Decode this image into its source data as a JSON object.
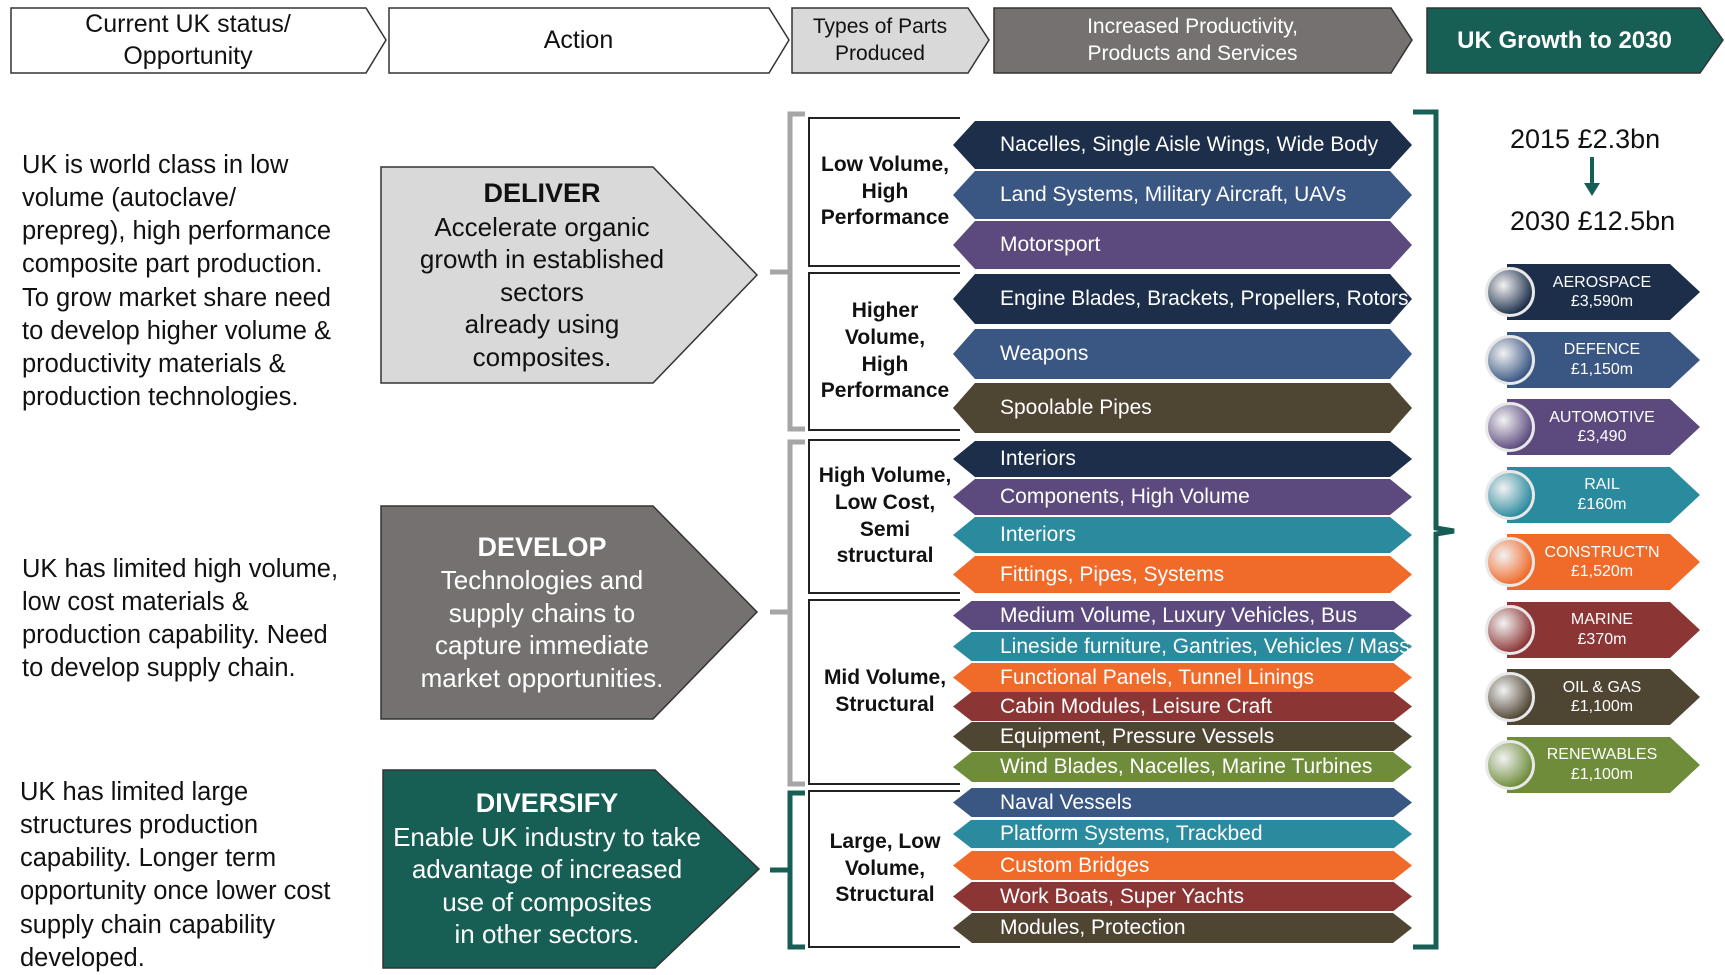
{
  "header": {
    "status": "Current UK status/\nOpportunity",
    "action": "Action",
    "types": "Types of Parts\nProduced",
    "productivity": "Increased Productivity,\nProducts and Services",
    "growth": "UK Growth to 2030"
  },
  "status_text": [
    "UK is world class in low\nvolume (autoclave/\nprepreg), high performance\ncomposite part production.\nTo grow market share need\nto develop higher volume &\nproductivity materials &\nproduction technologies.",
    "UK has limited high volume,\nlow cost materials &\nproduction capability. Need\nto develop supply chain.",
    "UK has limited large\nstructures production\ncapability. Longer term\nopportunity once lower cost\nsupply chain capability\ndeveloped."
  ],
  "actions": [
    {
      "title": "DELIVER",
      "desc": "Accelerate organic\ngrowth in established\nsectors\nalready using\ncomposites.",
      "fill": "#d9d9d9",
      "color": "#111111"
    },
    {
      "title": "DEVELOP",
      "desc": "Technologies and\nsupply chains to\ncapture immediate\nmarket opportunities.",
      "fill": "#767171",
      "color": "#ffffff"
    },
    {
      "title": "DIVERSIFY",
      "desc": "Enable UK industry to take\nadvantage of increased\nuse of composites\nin other sectors.",
      "fill": "#175e54",
      "color": "#ffffff"
    }
  ],
  "categories": [
    "Low Volume,\nHigh\nPerformance",
    "Higher\nVolume,\nHigh\nPerformance",
    "High Volume,\nLow Cost,\nSemi\nstructural",
    "Mid Volume,\nStructural",
    "Large, Low\nVolume,\nStructural"
  ],
  "products": [
    {
      "label": "Nacelles, Single Aisle Wings, Wide Body",
      "color": "#1c2e4a"
    },
    {
      "label": "Land Systems, Military Aircraft, UAVs",
      "color": "#3a5683"
    },
    {
      "label": "Motorsport",
      "color": "#5c4a7e"
    },
    {
      "label": "Engine Blades, Brackets, Propellers, Rotors",
      "color": "#1c2e4a"
    },
    {
      "label": "Weapons",
      "color": "#3a5683"
    },
    {
      "label": "Spoolable Pipes",
      "color": "#4f4533"
    },
    {
      "label": "Interiors",
      "color": "#1c2e4a"
    },
    {
      "label": "Components, High Volume",
      "color": "#5c4a7e"
    },
    {
      "label": "Interiors",
      "color": "#2a8a9e"
    },
    {
      "label": "Fittings, Pipes, Systems",
      "color": "#f06a2a"
    },
    {
      "label": "Medium Volume, Luxury Vehicles, Bus",
      "color": "#5c4a7e"
    },
    {
      "label": "Lineside furniture, Gantries, Vehicles / Mass",
      "color": "#2a8a9e"
    },
    {
      "label": "Functional Panels, Tunnel Linings",
      "color": "#f06a2a"
    },
    {
      "label": "Cabin Modules, Leisure Craft",
      "color": "#8c3535"
    },
    {
      "label": "Equipment, Pressure Vessels",
      "color": "#4f4533"
    },
    {
      "label": "Wind Blades, Nacelles, Marine Turbines",
      "color": "#6e8c3a"
    },
    {
      "label": "Naval Vessels",
      "color": "#3a5683"
    },
    {
      "label": "Platform Systems, Trackbed",
      "color": "#2a8a9e"
    },
    {
      "label": "Custom Bridges",
      "color": "#f06a2a"
    },
    {
      "label": "Work Boats, Super Yachts",
      "color": "#8c3535"
    },
    {
      "label": "Modules, Protection",
      "color": "#4f4533"
    }
  ],
  "growth": {
    "start": "2015 £2.3bn",
    "end": "2030 £12.5bn"
  },
  "sectors": [
    {
      "name": "AEROSPACE",
      "value": "£3,590m",
      "color": "#1c2e4a",
      "icon": "aircraft-icon"
    },
    {
      "name": "DEFENCE",
      "value": "£1,150m",
      "color": "#3a5683",
      "icon": "military-vehicle-icon"
    },
    {
      "name": "AUTOMOTIVE",
      "value": "£3,490",
      "color": "#5c4a7e",
      "icon": "car-icon"
    },
    {
      "name": "RAIL",
      "value": "£160m",
      "color": "#2a8a9e",
      "icon": "train-icon"
    },
    {
      "name": "CONSTRUCT'N",
      "value": "£1,520m",
      "color": "#f06a2a",
      "icon": "bridge-icon"
    },
    {
      "name": "MARINE",
      "value": "£370m",
      "color": "#8c3535",
      "icon": "yacht-icon"
    },
    {
      "name": "OIL & GAS",
      "value": "£1,100m",
      "color": "#4f4533",
      "icon": "oil-rig-icon"
    },
    {
      "name": "RENEWABLES",
      "value": "£1,100m",
      "color": "#6e8c3a",
      "icon": "wind-turbine-icon"
    }
  ]
}
